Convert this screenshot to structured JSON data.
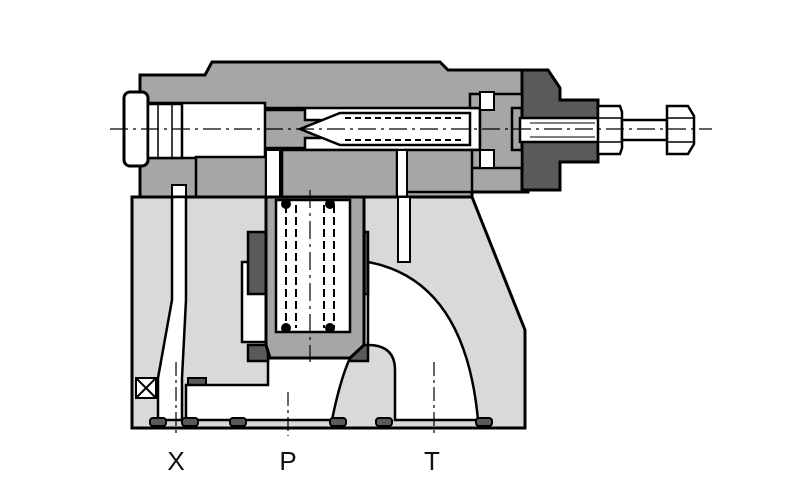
{
  "diagram": {
    "ports": [
      {
        "id": "x",
        "label": "X"
      },
      {
        "id": "p",
        "label": "P"
      },
      {
        "id": "t",
        "label": "T"
      }
    ]
  },
  "colors": {
    "housing_gray": "#a6a6a6",
    "light_gray": "#d9d9d9",
    "dark_gray": "#5a5a5a",
    "outline": "#000000",
    "background": "#ffffff"
  }
}
